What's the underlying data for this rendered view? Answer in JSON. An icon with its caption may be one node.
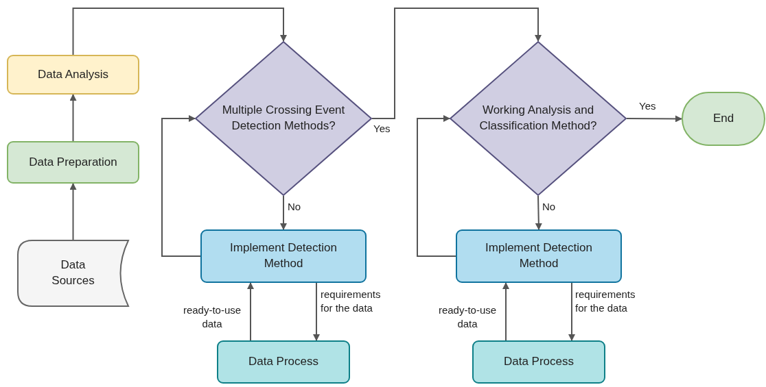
{
  "diagram": {
    "nodes": [
      {
        "text": [
          "Data Analysis"
        ]
      },
      {
        "text": [
          "Data Preparation"
        ]
      },
      {
        "text": [
          "Data Sources"
        ]
      },
      {
        "text": [
          "Multiple Crossing Event Detection Methods?"
        ]
      },
      {
        "text": [
          "Implement Detection Method"
        ]
      },
      {
        "text": [
          "Data Process"
        ]
      },
      {
        "text": [
          "Working Analysis and Classification Method?"
        ]
      },
      {
        "text": [
          "Implement Detection Method"
        ]
      },
      {
        "text": [
          "Data Process"
        ]
      },
      {
        "text": [
          "End"
        ]
      }
    ],
    "edges": [
      {
        "from": 2,
        "to": 1,
        "arrow": "to"
      },
      {
        "from": 1,
        "to": 0,
        "arrow": "to"
      },
      {
        "from": 0,
        "to": 3,
        "arrow": "to"
      },
      {
        "from": 3,
        "to": 4,
        "arrow": "to",
        "label": "No"
      },
      {
        "from": 4,
        "to": 3,
        "arrow": "to"
      },
      {
        "from": 3,
        "to": 6,
        "arrow": "to",
        "label": "Yes"
      },
      {
        "from": 6,
        "to": 7,
        "arrow": "to",
        "label": "No"
      },
      {
        "from": 7,
        "to": 6,
        "arrow": "to"
      },
      {
        "from": 6,
        "to": 9,
        "arrow": "to",
        "label": "Yes"
      },
      {
        "from": 5,
        "to": 4,
        "arrow": "to",
        "label": "ready-to-use data"
      },
      {
        "from": 4,
        "to": 5,
        "arrow": "to",
        "label": "requirements for the data"
      },
      {
        "from": 8,
        "to": 7,
        "arrow": "to",
        "label": "ready-to-use data"
      },
      {
        "from": 7,
        "to": 8,
        "arrow": "to",
        "label": "requirements for the data"
      }
    ]
  }
}
